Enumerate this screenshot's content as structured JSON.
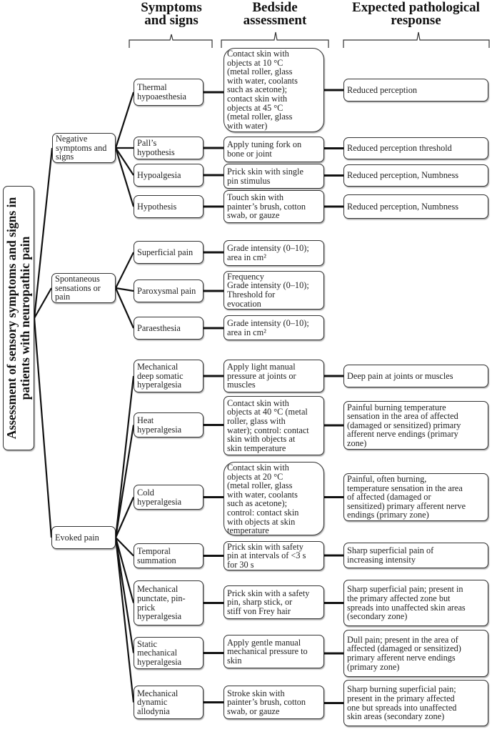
{
  "headers": {
    "symptoms": "Symptoms\nand signs",
    "bedside": "Bedside\nassessment",
    "response": "Expected pathological\nresponse"
  },
  "root": "Assessment of sensory symptoms and signs in patients with neuropathic pain",
  "groups": [
    {
      "label": "Negative\nsymptoms and\nsigns",
      "items": [
        {
          "symptom": "Thermal\nhypoaesthesia",
          "assessment": "Contact skin with\nobjects at 10 °C\n(metal roller, glass\nwith water, coolants\nsuch as acetone);\ncontact skin with\nobjects at 45 °C\n(metal roller, glass\nwith water)",
          "response": "Reduced perception"
        },
        {
          "symptom": "Pall’s\nhypothesis",
          "assessment": "Apply tuning fork on\nbone or joint",
          "response": "Reduced perception threshold"
        },
        {
          "symptom": "Hypoalgesia",
          "assessment": "Prick skin with single\npin stimulus",
          "response": "Reduced perception, Numbness"
        },
        {
          "symptom": "Hypothesis",
          "assessment": "Touch skin with\npainter’s brush, cotton\nswab, or gauze",
          "response": "Reduced perception, Numbness"
        }
      ]
    },
    {
      "label": "Spontaneous\nsensations or\npain",
      "items": [
        {
          "symptom": "Superficial pain",
          "assessment": "Grade intensity (0–10);\narea in cm²",
          "response": ""
        },
        {
          "symptom": "Paroxysmal pain",
          "assessment": "Frequency\nGrade intensity (0–10);\nThreshold for\nevocation",
          "response": ""
        },
        {
          "symptom": "Paraesthesia",
          "assessment": "Grade intensity (0–10);\narea in cm²",
          "response": ""
        }
      ]
    },
    {
      "label": "Evoked pain",
      "items": [
        {
          "symptom": "Mechanical\ndeep somatic\nhyperalgesia",
          "assessment": "Apply light manual\npressure at joints or\nmuscles",
          "response": "Deep pain at joints or muscles"
        },
        {
          "symptom": "Heat\nhyperalgesia",
          "assessment": "Contact skin with\nobjects at 40 °C (metal\nroller, glass with\nwater); control: contact\nskin with objects at\nskin temperature",
          "response": "Painful burning temperature\nsensation in the area of affected\n(damaged or sensitized) primary\nafferent nerve endings (primary\nzone)"
        },
        {
          "symptom": "Cold\nhyperalgesia",
          "assessment": "Contact skin with\nobjects at 20 °C\n(metal roller, glass\nwith water, coolants\nsuch as acetone);\ncontrol: contact skin\nwith objects at skin\ntemperature",
          "response": "Painful, often burning,\ntemperature sensation in the area\nof affected (damaged or\nsensitized) primary afferent nerve\nendings (primary zone)"
        },
        {
          "symptom": "Temporal\nsummation",
          "assessment": "Prick skin with safety\npin at intervals of <3 s\nfor 30 s",
          "response": "Sharp superficial pain of\nincreasing intensity"
        },
        {
          "symptom": "Mechanical\npunctate, pin-\nprick\nhyperalgesia",
          "assessment": "Prick skin with a safety\npin, sharp  stick, or\nstiff von Frey hair",
          "response": "Sharp superficial pain; present in\nthe primary affected zone but\nspreads into unaffected skin areas\n(secondary zone)"
        },
        {
          "symptom": "Static\nmechanical\nhyperalgesia",
          "assessment": "Apply gentle manual\nmechanical pressure to\nskin",
          "response": "Dull pain; present in the area of\naffected (damaged or sensitized)\nprimary afferent nerve endings\n(primary zone)"
        },
        {
          "symptom": "Mechanical\ndynamic\nallodynia",
          "assessment": "Stroke skin with\npainter’s brush, cotton\nswab, or  gauze",
          "response": "Sharp burning superficial pain;\npresent in the primary affected\none but spreads into unaffected\nskin areas (secondary zone)"
        }
      ]
    }
  ]
}
